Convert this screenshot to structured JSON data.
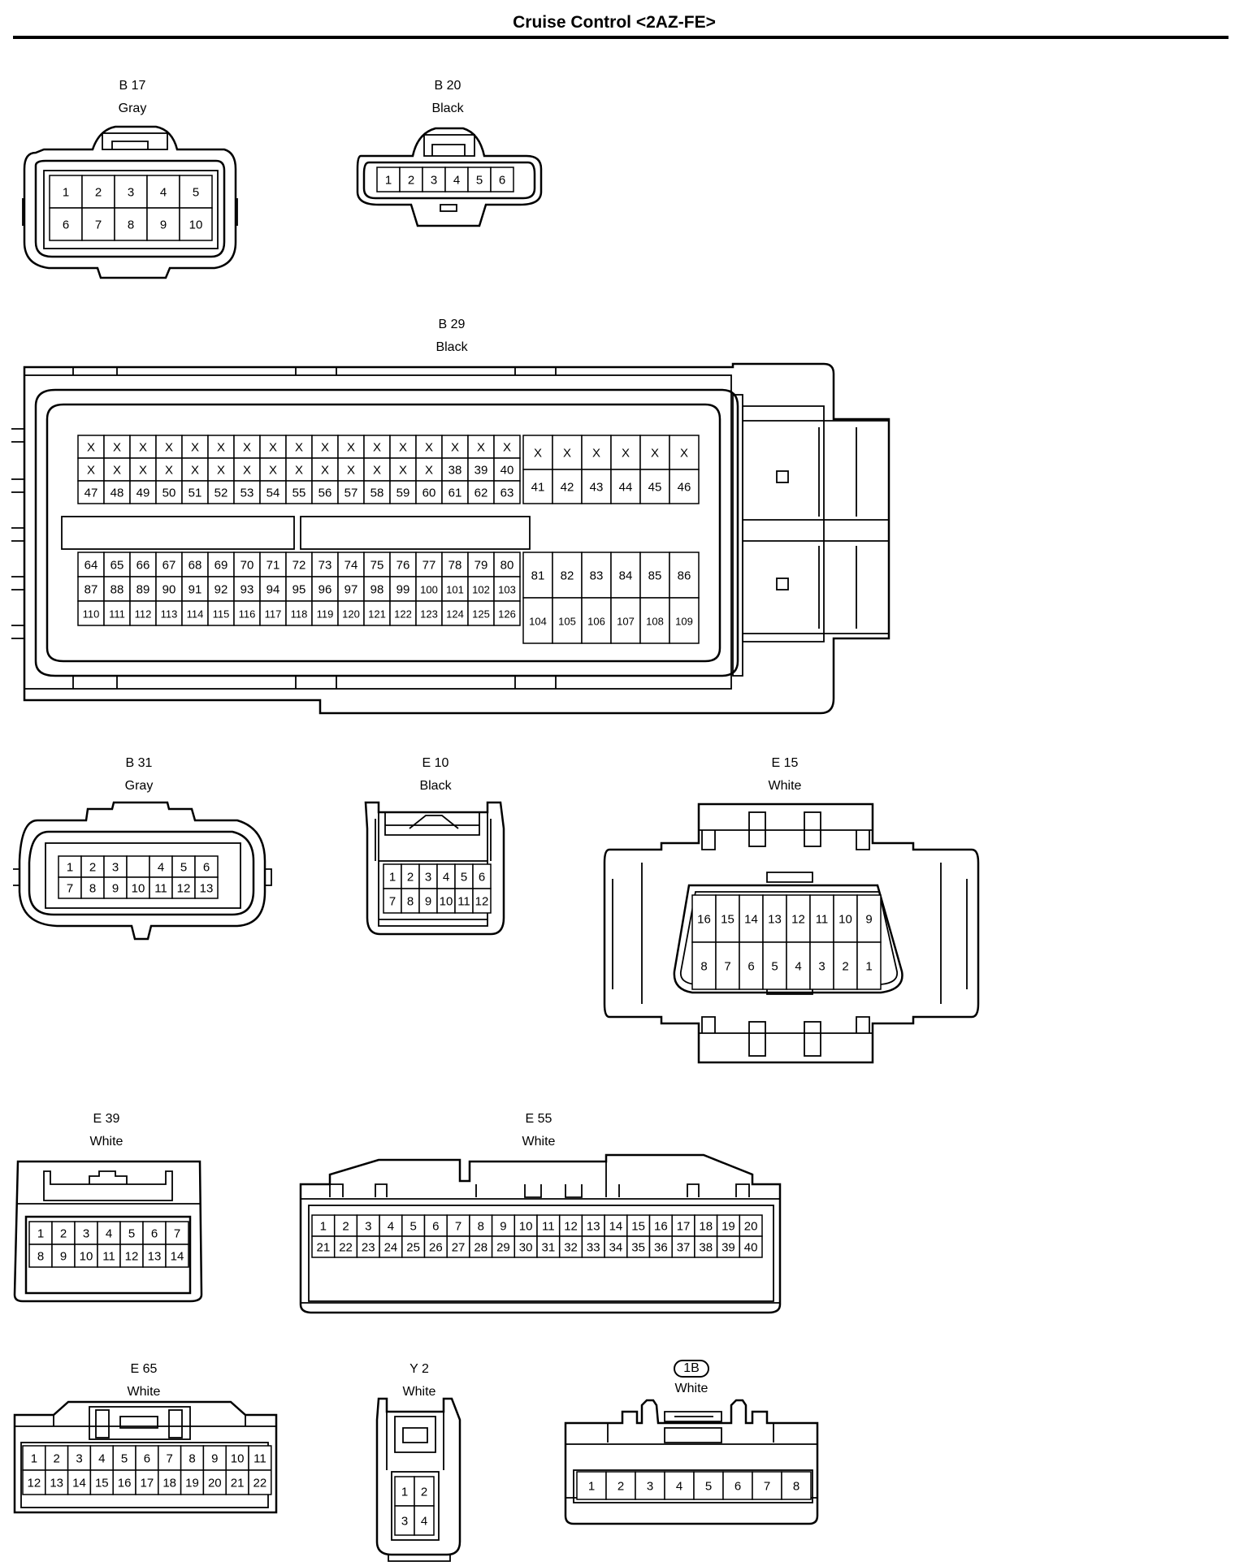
{
  "title": "Cruise Control <2AZ-FE>",
  "connectors": [
    {
      "id": "b17",
      "code": "B 17",
      "color": "Gray",
      "rows": [
        [
          "1",
          "2",
          "3",
          "4",
          "5"
        ],
        [
          "6",
          "7",
          "8",
          "9",
          "10"
        ]
      ]
    },
    {
      "id": "b20",
      "code": "B 20",
      "color": "Black",
      "rows": [
        [
          "1",
          "2",
          "3",
          "4",
          "5",
          "6"
        ]
      ]
    },
    {
      "id": "b29",
      "code": "B 29",
      "color": "Black",
      "blocks": [
        {
          "rows": [
            [
              "X",
              "X",
              "X",
              "X",
              "X",
              "X",
              "X",
              "X",
              "X",
              "X",
              "X",
              "X",
              "X",
              "X",
              "X",
              "X",
              "X"
            ],
            [
              "X",
              "X",
              "X",
              "X",
              "X",
              "X",
              "X",
              "X",
              "X",
              "X",
              "X",
              "X",
              "X",
              "X",
              "38",
              "39",
              "40"
            ],
            [
              "47",
              "48",
              "49",
              "50",
              "51",
              "52",
              "53",
              "54",
              "55",
              "56",
              "57",
              "58",
              "59",
              "60",
              "61",
              "62",
              "63"
            ]
          ]
        },
        {
          "rows": [
            [
              "X",
              "X",
              "X",
              "X",
              "X",
              "X"
            ],
            [
              "41",
              "42",
              "43",
              "44",
              "45",
              "46"
            ]
          ]
        },
        {
          "rows": [
            [
              "64",
              "65",
              "66",
              "67",
              "68",
              "69",
              "70",
              "71",
              "72",
              "73",
              "74",
              "75",
              "76",
              "77",
              "78",
              "79",
              "80"
            ],
            [
              "87",
              "88",
              "89",
              "90",
              "91",
              "92",
              "93",
              "94",
              "95",
              "96",
              "97",
              "98",
              "99",
              "100",
              "101",
              "102",
              "103"
            ],
            [
              "110",
              "111",
              "112",
              "113",
              "114",
              "115",
              "116",
              "117",
              "118",
              "119",
              "120",
              "121",
              "122",
              "123",
              "124",
              "125",
              "126"
            ]
          ]
        },
        {
          "rows": [
            [
              "81",
              "82",
              "83",
              "84",
              "85",
              "86"
            ],
            [
              "104",
              "105",
              "106",
              "107",
              "108",
              "109"
            ]
          ]
        }
      ]
    },
    {
      "id": "b31",
      "code": "B 31",
      "color": "Gray",
      "rows": [
        [
          "1",
          "2",
          "3",
          "",
          "4",
          "5",
          "6"
        ],
        [
          "7",
          "8",
          "9",
          "10",
          "11",
          "12",
          "13"
        ]
      ]
    },
    {
      "id": "e10",
      "code": "E 10",
      "color": "Black",
      "rows": [
        [
          "1",
          "2",
          "3",
          "4",
          "5",
          "6"
        ],
        [
          "7",
          "8",
          "9",
          "10",
          "11",
          "12"
        ]
      ]
    },
    {
      "id": "e15",
      "code": "E 15",
      "color": "White",
      "rows": [
        [
          "16",
          "15",
          "14",
          "13",
          "12",
          "11",
          "10",
          "9"
        ],
        [
          "8",
          "7",
          "6",
          "5",
          "4",
          "3",
          "2",
          "1"
        ]
      ]
    },
    {
      "id": "e39",
      "code": "E 39",
      "color": "White",
      "rows": [
        [
          "1",
          "2",
          "3",
          "4",
          "5",
          "6",
          "7"
        ],
        [
          "8",
          "9",
          "10",
          "11",
          "12",
          "13",
          "14"
        ]
      ]
    },
    {
      "id": "e55",
      "code": "E 55",
      "color": "White",
      "rows": [
        [
          "1",
          "2",
          "3",
          "4",
          "5",
          "6",
          "7",
          "8",
          "9",
          "10",
          "11",
          "12",
          "13",
          "14",
          "15",
          "16",
          "17",
          "18",
          "19",
          "20"
        ],
        [
          "21",
          "22",
          "23",
          "24",
          "25",
          "26",
          "27",
          "28",
          "29",
          "30",
          "31",
          "32",
          "33",
          "34",
          "35",
          "36",
          "37",
          "38",
          "39",
          "40"
        ]
      ]
    },
    {
      "id": "e65",
      "code": "E 65",
      "color": "White",
      "rows": [
        [
          "1",
          "2",
          "3",
          "4",
          "5",
          "6",
          "7",
          "8",
          "9",
          "10",
          "11"
        ],
        [
          "12",
          "13",
          "14",
          "15",
          "16",
          "17",
          "18",
          "19",
          "20",
          "21",
          "22"
        ]
      ]
    },
    {
      "id": "y2",
      "code": "Y 2",
      "color": "White",
      "rows": [
        [
          "1",
          "2"
        ],
        [
          "3",
          "4"
        ]
      ]
    },
    {
      "id": "c1b",
      "code": "1B",
      "color": "White",
      "rows": [
        [
          "1",
          "2",
          "3",
          "4",
          "5",
          "6",
          "7",
          "8"
        ]
      ]
    }
  ]
}
